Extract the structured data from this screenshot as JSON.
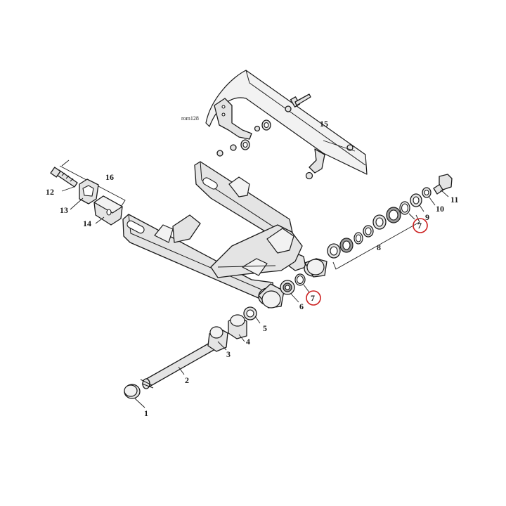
{
  "diagram": {
    "reference_tag": "rom128",
    "highlight_color": "#cc1f1f",
    "callouts": {
      "n1": "1",
      "n2": "2",
      "n3": "3",
      "n4": "4",
      "n5": "5",
      "n6": "6",
      "n7a": "7",
      "n7b": "7",
      "n8": "8",
      "n9": "9",
      "n10": "10",
      "n11": "11",
      "n12": "12",
      "n13": "13",
      "n14": "14",
      "n15": "15",
      "n16": "16"
    }
  }
}
